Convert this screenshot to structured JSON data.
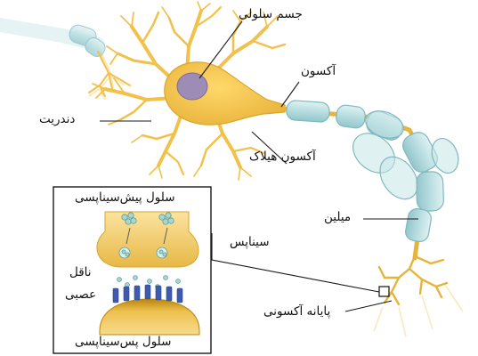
{
  "labels": {
    "cell_body": "جسم سلولی",
    "axon": "آکسون",
    "dendrite": "دندریت",
    "axon_hillock": "آکسون هیلاک",
    "myelin": "میلین",
    "synapse": "سیناپس",
    "axon_terminal": "پایانه آکسونی",
    "presynaptic_cell": "سلول پیش‌سیناپسی",
    "postsynaptic_cell": "سلول پس‌سیناپسی",
    "neurotransmitter_line1": "ناقل",
    "neurotransmitter_line2": "عصبی"
  },
  "colors": {
    "neuron": "#f2c14a",
    "neuron_dark": "#d9a52a",
    "nucleus": "#9d8cb5",
    "myelin": "#b7dde0",
    "myelin_edge": "#7fb8bf",
    "receptor": "#3f5bb0",
    "vesicle": "#a9d6d3",
    "leader": "#1a1a1a"
  }
}
